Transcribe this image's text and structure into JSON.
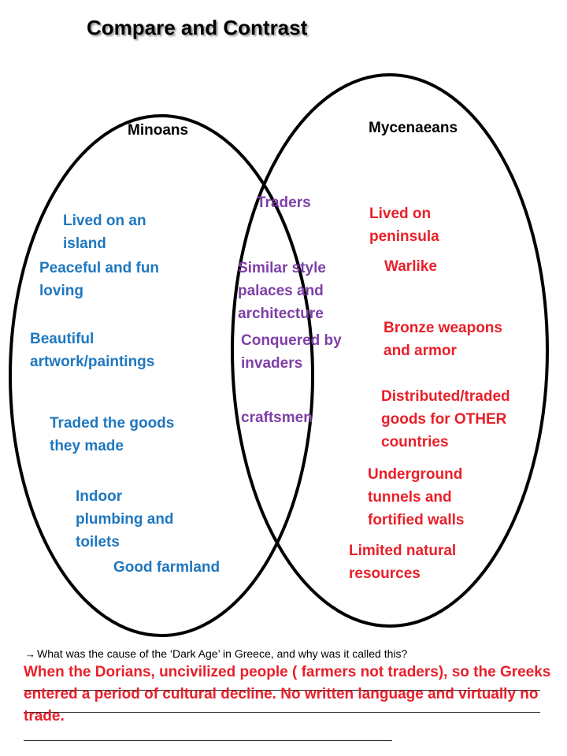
{
  "title": "Compare and Contrast",
  "left_circle": {
    "label": "Minoans",
    "items": [
      "Lived on an island",
      "Peaceful and fun loving",
      "Beautiful artwork/paintings",
      "Traded the goods they made",
      "Indoor plumbing and toilets",
      "Good farmland"
    ]
  },
  "overlap": {
    "items": [
      "Traders",
      "Similar style palaces and architecture",
      "Conquered by invaders",
      "craftsmen"
    ]
  },
  "right_circle": {
    "label": "Mycenaeans",
    "items": [
      "Lived on peninsula",
      "Warlike",
      "Bronze weapons and armor",
      "Distributed/traded goods for OTHER countries",
      "Underground tunnels and fortified walls",
      "Limited natural resources"
    ]
  },
  "question": {
    "arrow_icon": "→",
    "text": "What was the cause of the ‘Dark Age’ in Greece, and why was it called this?"
  },
  "answer": "When the Dorians, uncivilized people ( farmers not traders), so the Greeks entered a period of cultural decline.  No written language and virtually no trade.",
  "colors": {
    "minoans": "#1f77bf",
    "shared": "#7f3fa6",
    "mycenaeans": "#e8202a"
  }
}
